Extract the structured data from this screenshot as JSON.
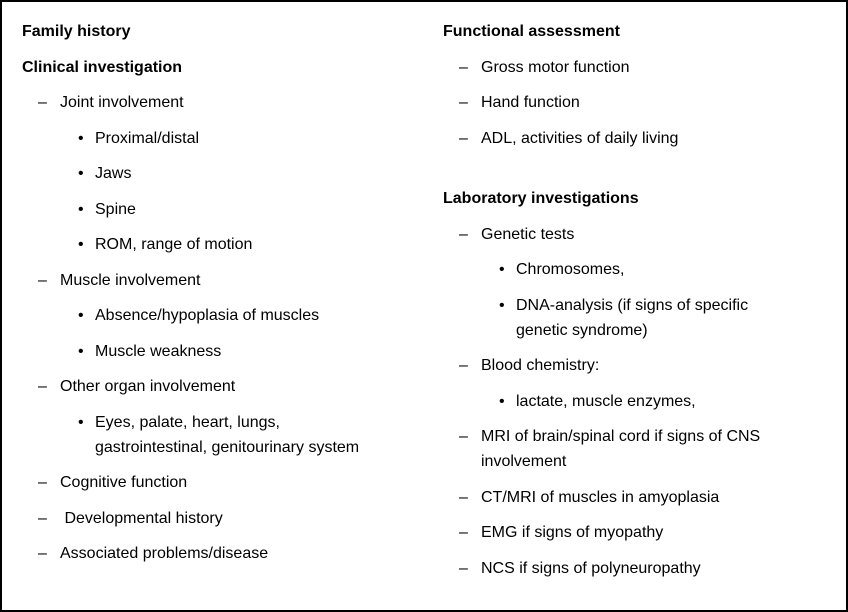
{
  "colors": {
    "background": "#ffffff",
    "border": "#000000",
    "text": "#000000"
  },
  "markers": {
    "dash": "–",
    "bullet": "•"
  },
  "left": {
    "entries": [
      {
        "type": "heading",
        "text": "Family history"
      },
      {
        "type": "heading",
        "text": "Clinical investigation"
      },
      {
        "type": "dash",
        "text": "Joint involvement"
      },
      {
        "type": "bullet",
        "text": "Proximal/distal"
      },
      {
        "type": "bullet",
        "text": "Jaws"
      },
      {
        "type": "bullet",
        "text": "Spine"
      },
      {
        "type": "bullet",
        "text": "ROM, range of motion"
      },
      {
        "type": "dash",
        "text": "Muscle involvement"
      },
      {
        "type": "bullet",
        "text": "Absence/hypoplasia of muscles"
      },
      {
        "type": "bullet",
        "text": "Muscle weakness"
      },
      {
        "type": "dash",
        "text": "Other organ involvement"
      },
      {
        "type": "bullet",
        "text": "Eyes, palate, heart, lungs,\ngastrointestinal, genitourinary system"
      },
      {
        "type": "dash",
        "text": "Cognitive function"
      },
      {
        "type": "dash",
        "text": " Developmental history"
      },
      {
        "type": "dash",
        "text": "Associated problems/disease"
      }
    ]
  },
  "right": {
    "entries": [
      {
        "type": "heading",
        "text": "Functional assessment"
      },
      {
        "type": "dash",
        "text": "Gross motor function"
      },
      {
        "type": "dash",
        "text": "Hand function"
      },
      {
        "type": "dash",
        "text": "ADL, activities of daily living"
      },
      {
        "type": "heading",
        "text": "Laboratory investigations"
      },
      {
        "type": "dash",
        "text": "Genetic tests"
      },
      {
        "type": "bullet",
        "text": "Chromosomes,"
      },
      {
        "type": "bullet",
        "text": "DNA-analysis (if signs of specific\ngenetic syndrome)"
      },
      {
        "type": "dash",
        "text": "Blood chemistry:"
      },
      {
        "type": "bullet",
        "text": "lactate, muscle enzymes,"
      },
      {
        "type": "dash",
        "text": "MRI of brain/spinal cord if signs of CNS\ninvolvement"
      },
      {
        "type": "dash",
        "text": "CT/MRI of muscles in amyoplasia"
      },
      {
        "type": "dash",
        "text": "EMG if signs of myopathy"
      },
      {
        "type": "dash",
        "text": "NCS if signs of polyneuropathy"
      }
    ]
  }
}
